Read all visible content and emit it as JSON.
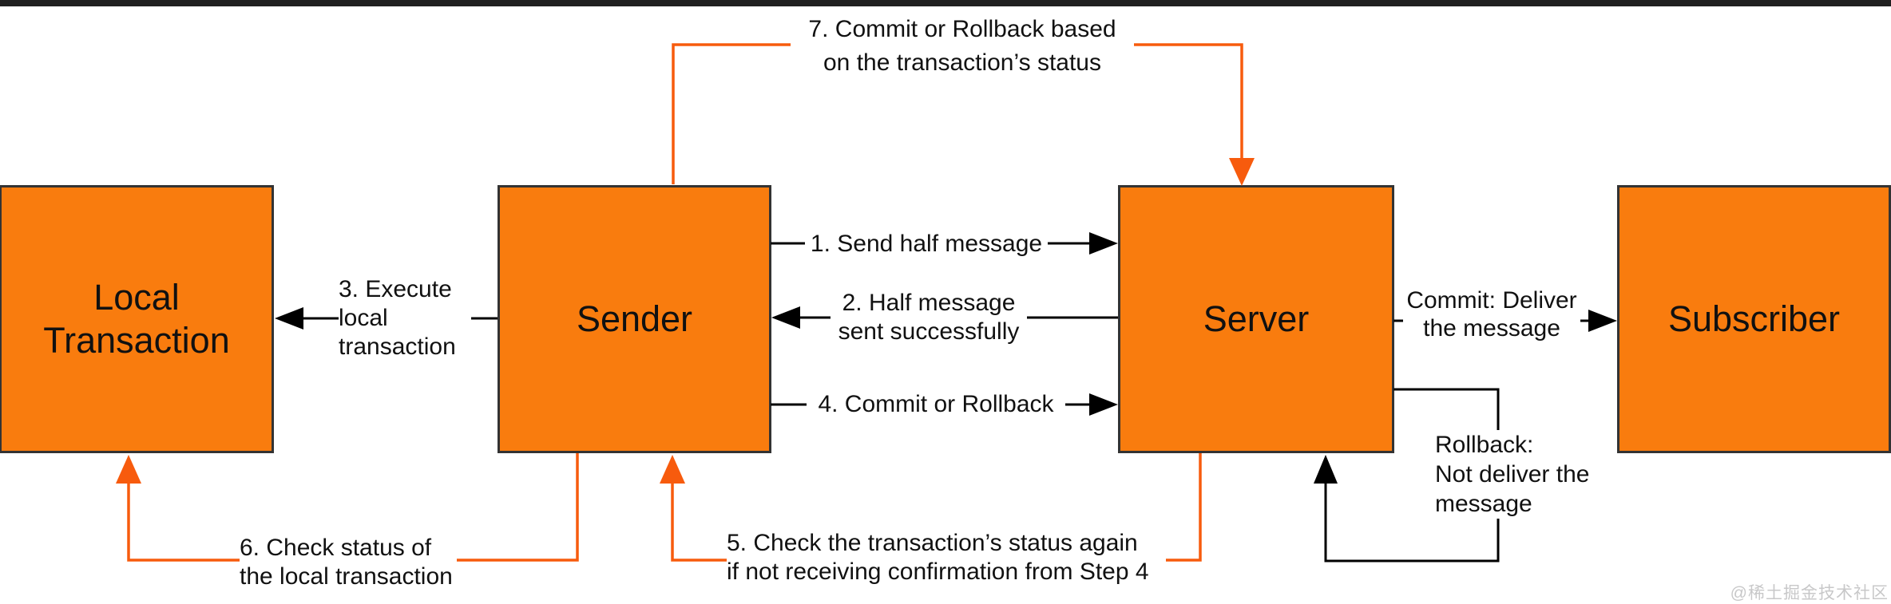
{
  "diagram": {
    "boxes": {
      "local_transaction": {
        "line1": "Local",
        "line2": "Transaction"
      },
      "sender": {
        "label": "Sender"
      },
      "server": {
        "label": "Server"
      },
      "subscriber": {
        "label": "Subscriber"
      }
    },
    "annotations": {
      "step1": {
        "text": "1. Send half message"
      },
      "step2": {
        "line1": "2. Half message",
        "line2": "sent successfully"
      },
      "step3": {
        "line1": "3. Execute",
        "line2": "local",
        "line3": "transaction"
      },
      "step4": {
        "text": "4. Commit or Rollback"
      },
      "step5": {
        "line1": "5. Check the transaction’s status again",
        "line2": "if not receiving confirmation from Step 4"
      },
      "step6": {
        "line1": "6. Check status of",
        "line2": "the local transaction"
      },
      "step7": {
        "line1": "7. Commit or Rollback based",
        "line2": "on the transaction’s status"
      },
      "commit_path": {
        "line1": "Commit: Deliver",
        "line2": "the message"
      },
      "rollback_path": {
        "line1": "Rollback:",
        "line2": "Not deliver the",
        "line3": "message"
      }
    },
    "colors": {
      "box_fill": "#F97C0E",
      "box_border": "#333333",
      "black_arrow": "#000000",
      "orange_arrow": "#F75B0D"
    },
    "watermark": "@稀土掘金技术社区"
  }
}
